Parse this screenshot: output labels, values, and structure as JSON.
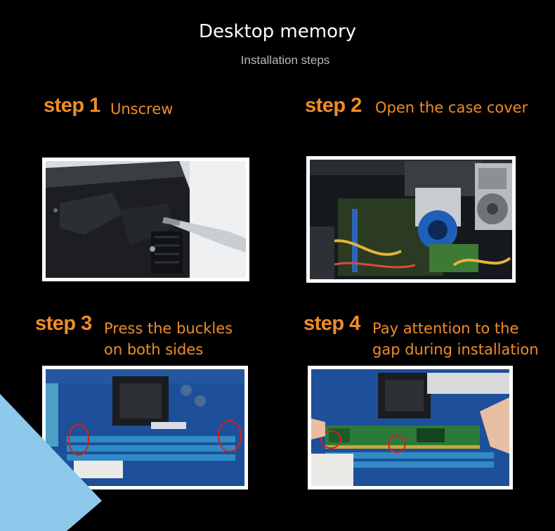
{
  "header": {
    "title": "Desktop memory",
    "subtitle": "Installation steps"
  },
  "steps": [
    {
      "number": "step 1",
      "lines": [
        "Unscrew"
      ]
    },
    {
      "number": "step 2",
      "lines": [
        "Open the case cover"
      ]
    },
    {
      "number": "step 3",
      "lines": [
        "Press the buckles",
        "on both sides"
      ]
    },
    {
      "number": "step 4",
      "lines": [
        "Pay attention to the",
        "gap during installation"
      ]
    }
  ],
  "colors": {
    "background": "#000000",
    "accent": "#f08c28",
    "title": "#ffffff",
    "subtitle": "#b9b9b9",
    "corner_shape": "#8ec8ea"
  }
}
